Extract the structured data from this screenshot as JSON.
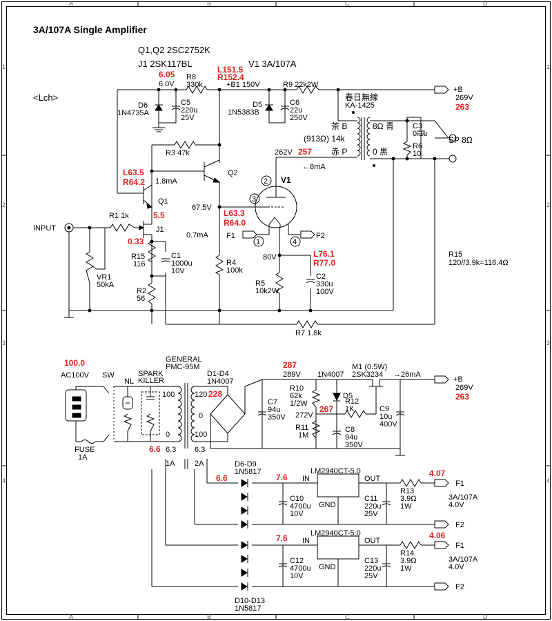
{
  "title": "3A/107A Single Amplifier",
  "channel": "<Lch>",
  "grid": {
    "cols": [
      "A",
      "B",
      "C",
      "D"
    ],
    "rows": [
      "1",
      "2",
      "3",
      "4"
    ]
  },
  "header": {
    "transistors": "Q1,Q2 2SC2752K",
    "jfet": "J1 2SK117BL",
    "tube": "V1 3A/107A"
  },
  "amp": {
    "input": "INPUT",
    "vr1": "VR1",
    "vr1_val": "50kA",
    "r1": "R1 1k",
    "j1": "J1",
    "q1": "Q1",
    "q2": "Q2",
    "r8": "R8",
    "r8_val": "330k",
    "d6": "D6",
    "d6_val": "1N4735A",
    "c5": "C5",
    "c5_val1": "220u",
    "c5_val2": "25V",
    "d5": "D5",
    "d5_val": "1N5383B",
    "c6": "C6",
    "c6_val1": "22u",
    "c6_val2": "250V",
    "r9": "R9 22k2W",
    "b1": "+B1 150V",
    "v_gate_q1": "6.0V",
    "r3": "R3 47k",
    "i_q1": "1.8mA",
    "v_q2e": "67.5V",
    "i_r4": "0.7mA",
    "r15": "R15",
    "r15_val": "116",
    "r2": "R2",
    "r2_val": "56",
    "c1": "C1",
    "c1_val1": "1000u",
    "c1_val2": "10V",
    "r4": "R4",
    "r4_val": "100k",
    "v1": "V1",
    "pin1": "1",
    "pin2": "2",
    "pin3": "3",
    "pin4": "4",
    "f1": "F1",
    "f2": "F2",
    "v_plate": "262V",
    "i_plate": "8mA",
    "v_cathode": "80V",
    "r5": "R5",
    "r5_val": "10k2W",
    "c2": "C2",
    "c2_val1": "330u",
    "c2_val2": "100V",
    "transformer": "春日無線",
    "transformer_model": "KA-1425",
    "tp_b": "茶 B",
    "tp_imp": "(913Ω) 14k",
    "tp_p": "赤 P",
    "ts_8": "8Ω 青",
    "ts_0": "0 黒",
    "c3": "C3",
    "c3_val": "0.1u",
    "r6": "R6",
    "r6_val": "10",
    "plus_b": "+B",
    "b_v": "269V",
    "sp": "SP 8Ω",
    "r15_fb": "R15",
    "r15_fb_val": "120//3.9k=116.4Ω",
    "r7": "R7 1.8k"
  },
  "psu": {
    "ac": "AC100V",
    "sw": "SW",
    "nl": "NL",
    "spark1": "SPARK",
    "spark2": "KILLER",
    "fuse": "FUSE",
    "fuse_val": "1A",
    "pt_name1": "GENERAL",
    "pt_name2": "PMC-95M",
    "pt_100": "100",
    "pt_0": "0",
    "pt_120": "120",
    "pt_0s": "0",
    "pt_100s": "100",
    "pt_63a": "6.3",
    "pt_63b": "6.3",
    "pt_1a": "1A",
    "pt_2a": "2A",
    "d1d4": "D1-D4",
    "d1d4_val": "1N4007",
    "c7": "C7",
    "c7_val1": "94u",
    "c7_val2": "350V",
    "v_bridge": "289V",
    "d5": "1N4007",
    "d5_label": "D5",
    "r10": "R10",
    "r10_val1": "62k",
    "r10_val2": "1/2W",
    "v_mid": "272V",
    "r11": "R11",
    "r11_val": "1M",
    "c8": "C8",
    "c8_val1": "94u",
    "c8_val2": "350V",
    "r12": "R12",
    "r12_val": "1K",
    "m1": "M1 (0.5W)",
    "m1_val": "2SK3234",
    "i_out": "26mA",
    "c9": "C9",
    "c9_val1": "10u",
    "c9_val2": "400V",
    "plus_b": "+B",
    "b_v": "269V",
    "d6d9": "D6-D9",
    "d6d9_val": "1N5817",
    "reg1": "LM2940CT-5.0",
    "reg2": "LM2940CT-5.0",
    "in": "IN",
    "out": "OUT",
    "gnd": "GND",
    "c10": "C10",
    "c10_val1": "4700u",
    "c10_val2": "10V",
    "c11": "C11",
    "c11_val1": "220u",
    "c11_val2": "25V",
    "r13": "R13",
    "r13_val1": "3.9Ω",
    "r13_val2": "1W",
    "f1": "F1",
    "f2": "F2",
    "heater": "3A/107A",
    "heater_v": "4.0V",
    "c12": "C12",
    "c12_val1": "4700u",
    "c12_val2": "10V",
    "c13": "C13",
    "c13_val1": "220u",
    "c13_val2": "25V",
    "r14": "R14",
    "r14_val1": "3.9Ω",
    "r14_val2": "1W",
    "d10d13": "D10-D13",
    "d10d13_val": "1N5817"
  },
  "measured": {
    "gate_v": "6.05",
    "b1_l": "L151.5",
    "b1_r": "R152.4",
    "q2b_l": "L63.5",
    "q2b_r": "R64.2",
    "j1d": "5.5",
    "j1s": "0.33",
    "grid_l": "L63.3",
    "grid_r": "R64.0",
    "plate": "257",
    "cath_l": "L76.1",
    "cath_r": "R77.0",
    "b_out": "263",
    "ac": "100.0",
    "bridge": "287",
    "pt_sec": "228",
    "mid": "267",
    "b_psu": "263",
    "heater_ac": "6.6",
    "heater_rect": "6.6",
    "reg1_in": "7.6",
    "reg1_out": "4.07",
    "reg2_in": "7.6",
    "reg2_out": "4.06"
  },
  "colors": {
    "measured": "#e02020",
    "wire": "#000000",
    "grid": "#555555"
  }
}
